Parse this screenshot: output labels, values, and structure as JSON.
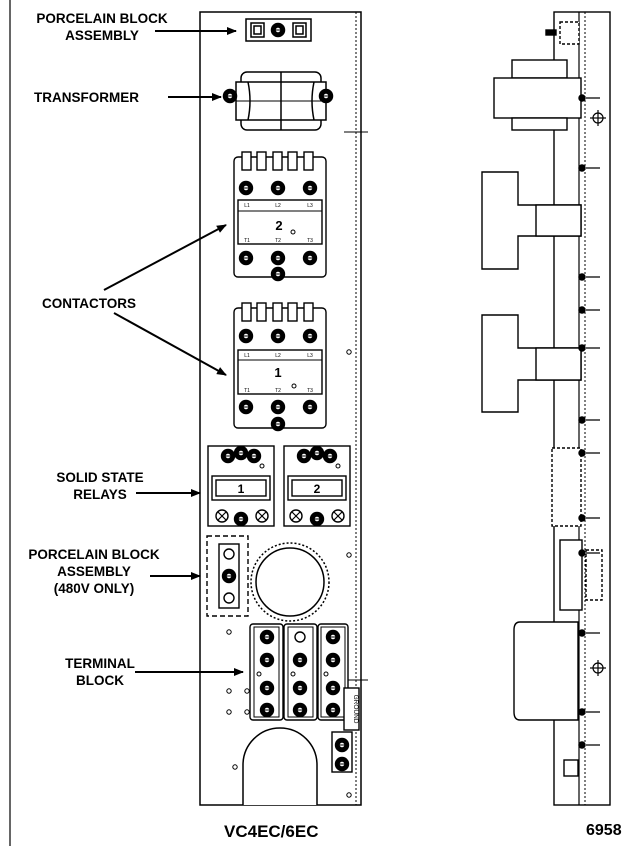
{
  "labels": {
    "porcelain_top_1": "PORCELAIN BLOCK",
    "porcelain_top_2": "ASSEMBLY",
    "transformer": "TRANSFORMER",
    "contactors": "CONTACTORS",
    "ssr_1": "SOLID STATE",
    "ssr_2": "RELAYS",
    "porcelain_480_1": "PORCELAIN BLOCK",
    "porcelain_480_2": "ASSEMBLY",
    "porcelain_480_3": "(480V ONLY)",
    "terminal_1": "TERMINAL",
    "terminal_2": "BLOCK"
  },
  "component_text": {
    "contactor_top_number": "2",
    "contactor_bottom_number": "1",
    "relay_left_number": "1",
    "relay_right_number": "2",
    "ground_tag": "GROUND",
    "line_terms": [
      "L1",
      "L2",
      "L3"
    ],
    "load_terms": [
      "T1",
      "T2",
      "T3"
    ]
  },
  "captions": {
    "model": "VC4EC/6EC",
    "figure_number": "6958"
  }
}
